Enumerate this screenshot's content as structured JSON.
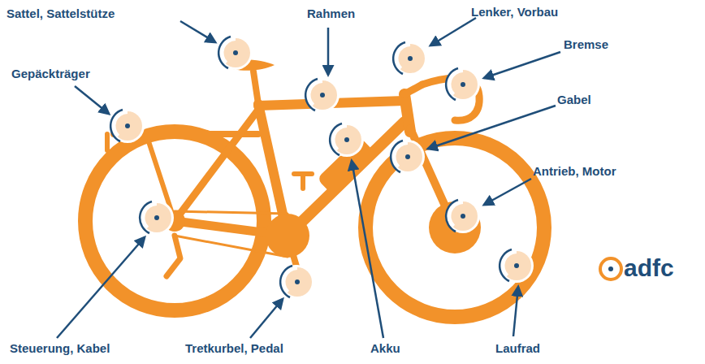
{
  "diagram": {
    "labels": [
      "Sattel, Sattelstütze",
      "Rahmen",
      "Lenker, Vorbau",
      "Bremse",
      "Gepäckträger",
      "Gabel",
      "Antrieb, Motor",
      "adfc",
      "Steuerung, Kabel",
      "Tretkurbel, Pedal",
      "Akku",
      "Laufrad"
    ]
  }
}
